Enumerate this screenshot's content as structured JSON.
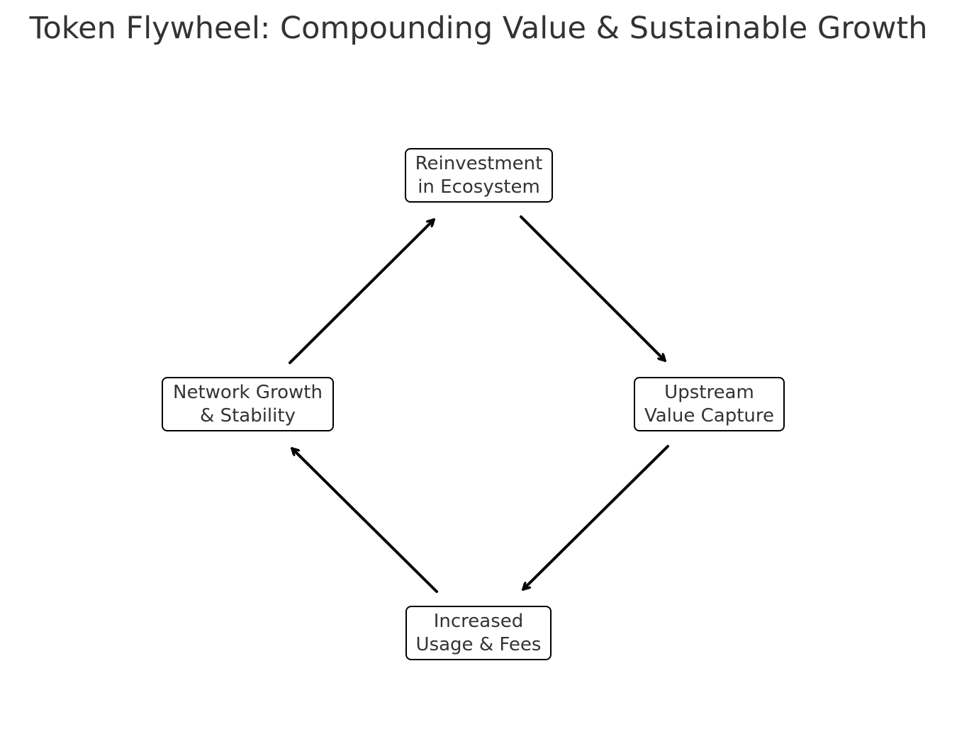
{
  "title": "Token Flywheel: Compounding Value & Sustainable Growth",
  "nodes": {
    "reinvestment": {
      "line1": "Reinvestment",
      "line2": "in Ecosystem"
    },
    "upstream": {
      "line1": "Upstream",
      "line2": "Value Capture"
    },
    "usage": {
      "line1": "Increased",
      "line2": "Usage & Fees"
    },
    "network": {
      "line1": "Network Growth",
      "line2": "& Stability"
    }
  },
  "edges": [
    {
      "from": "Reinvestment in Ecosystem",
      "to": "Upstream Value Capture"
    },
    {
      "from": "Upstream Value Capture",
      "to": "Increased Usage & Fees"
    },
    {
      "from": "Increased Usage & Fees",
      "to": "Network Growth & Stability"
    },
    {
      "from": "Network Growth & Stability",
      "to": "Reinvestment in Ecosystem"
    }
  ]
}
